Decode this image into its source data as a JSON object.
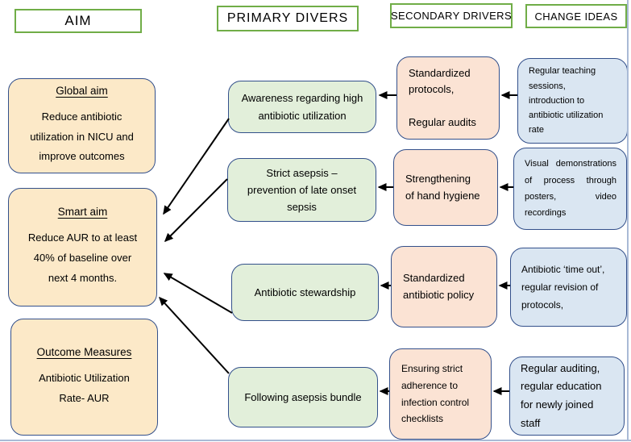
{
  "headers": {
    "aim": "AIM",
    "primary": "PRIMARY DIVERS",
    "secondary": "SECONDARY DRIVERS",
    "change": "CHANGE IDEAS"
  },
  "aim": {
    "global": {
      "title": "Global aim",
      "body": "Reduce antibiotic\nutilization in NICU and\nimprove outcomes"
    },
    "smart": {
      "title": "Smart aim",
      "body": "Reduce AUR to at least\n40% of baseline over\nnext 4 months."
    },
    "outcome": {
      "title": "Outcome Measures",
      "body": "Antibiotic Utilization\nRate- AUR"
    }
  },
  "primary_drivers": [
    {
      "label": "Awareness regarding high\nantibiotic utilization"
    },
    {
      "label": "Strict asepsis –\nprevention of late onset\nsepsis"
    },
    {
      "label": "Antibiotic stewardship"
    },
    {
      "label": "Following asepsis bundle"
    }
  ],
  "secondary_drivers": [
    {
      "label": "Standardized\nprotocols,\n\nRegular audits"
    },
    {
      "label": "Strengthening\nof hand hygiene"
    },
    {
      "label": "Standardized\nantibiotic policy"
    },
    {
      "label": "Ensuring strict\nadherence to\ninfection control\nchecklists"
    }
  ],
  "change_ideas": [
    {
      "label": "Regular teaching\nsessions,\nintroduction to\nantibiotic utilization\nrate"
    },
    {
      "label": "Visual demonstrations of process through posters, video recordings"
    },
    {
      "label": "Antibiotic ‘time out’,\nregular revision of\nprotocols,"
    },
    {
      "label": "Regular auditing,\nregular education\nfor newly joined\nstaff"
    }
  ],
  "colors": {
    "aim_fill": "#FCE9C8",
    "primary_fill": "#E2EFDA",
    "secondary_fill": "#FBE3D4",
    "change_fill": "#DAE6F2",
    "box_border": "#33508B",
    "header_border": "#70AD47",
    "arrow": "#000000",
    "frame_line": "#A9BAD6"
  }
}
